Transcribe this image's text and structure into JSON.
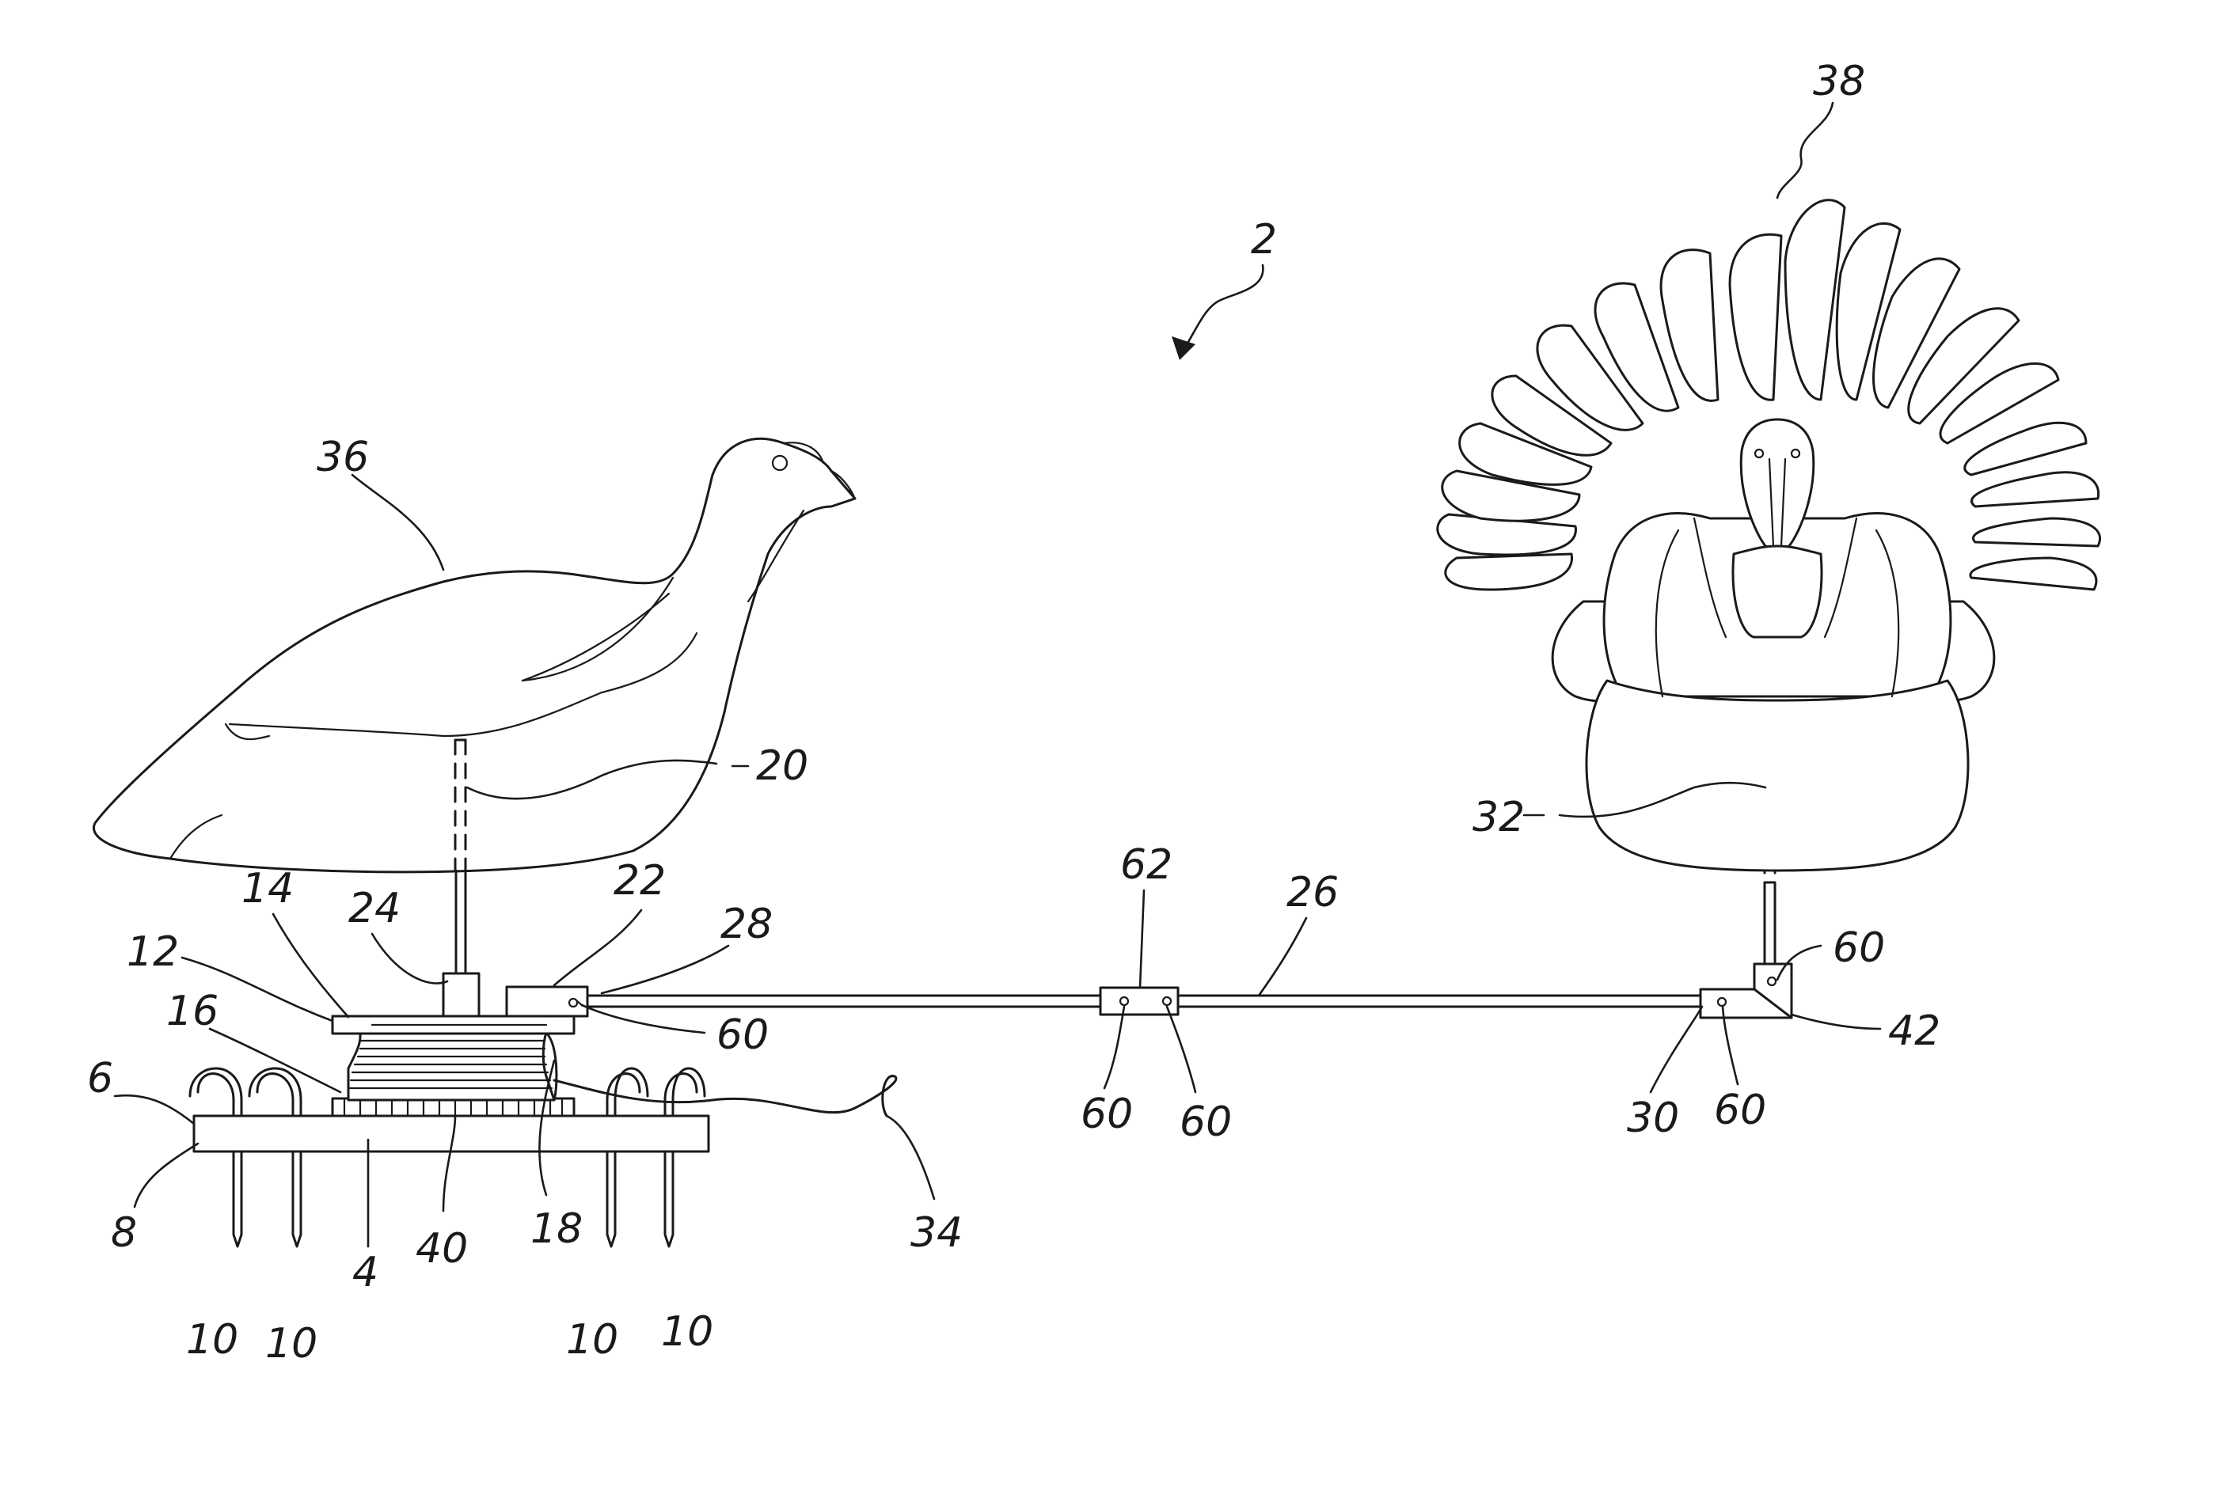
{
  "figure": {
    "labels": {
      "overall_device": "2",
      "base": "4",
      "base_end_left": "6",
      "base_side": "8",
      "stake": "10",
      "turntable_top": "12",
      "upper_plate": "14",
      "spool_base": "16",
      "spool": "18",
      "hen_post": "20",
      "arm_mount": "22",
      "post_sleeve": "24",
      "arm": "26",
      "arm_end": "28",
      "arm_far_end": "30",
      "tom_post": "32",
      "pull_cord": "34",
      "hen_decoy": "36",
      "tom_decoy": "38",
      "gear_ring": "40",
      "elbow": "42",
      "fastener": "60",
      "coupler": "62"
    }
  }
}
